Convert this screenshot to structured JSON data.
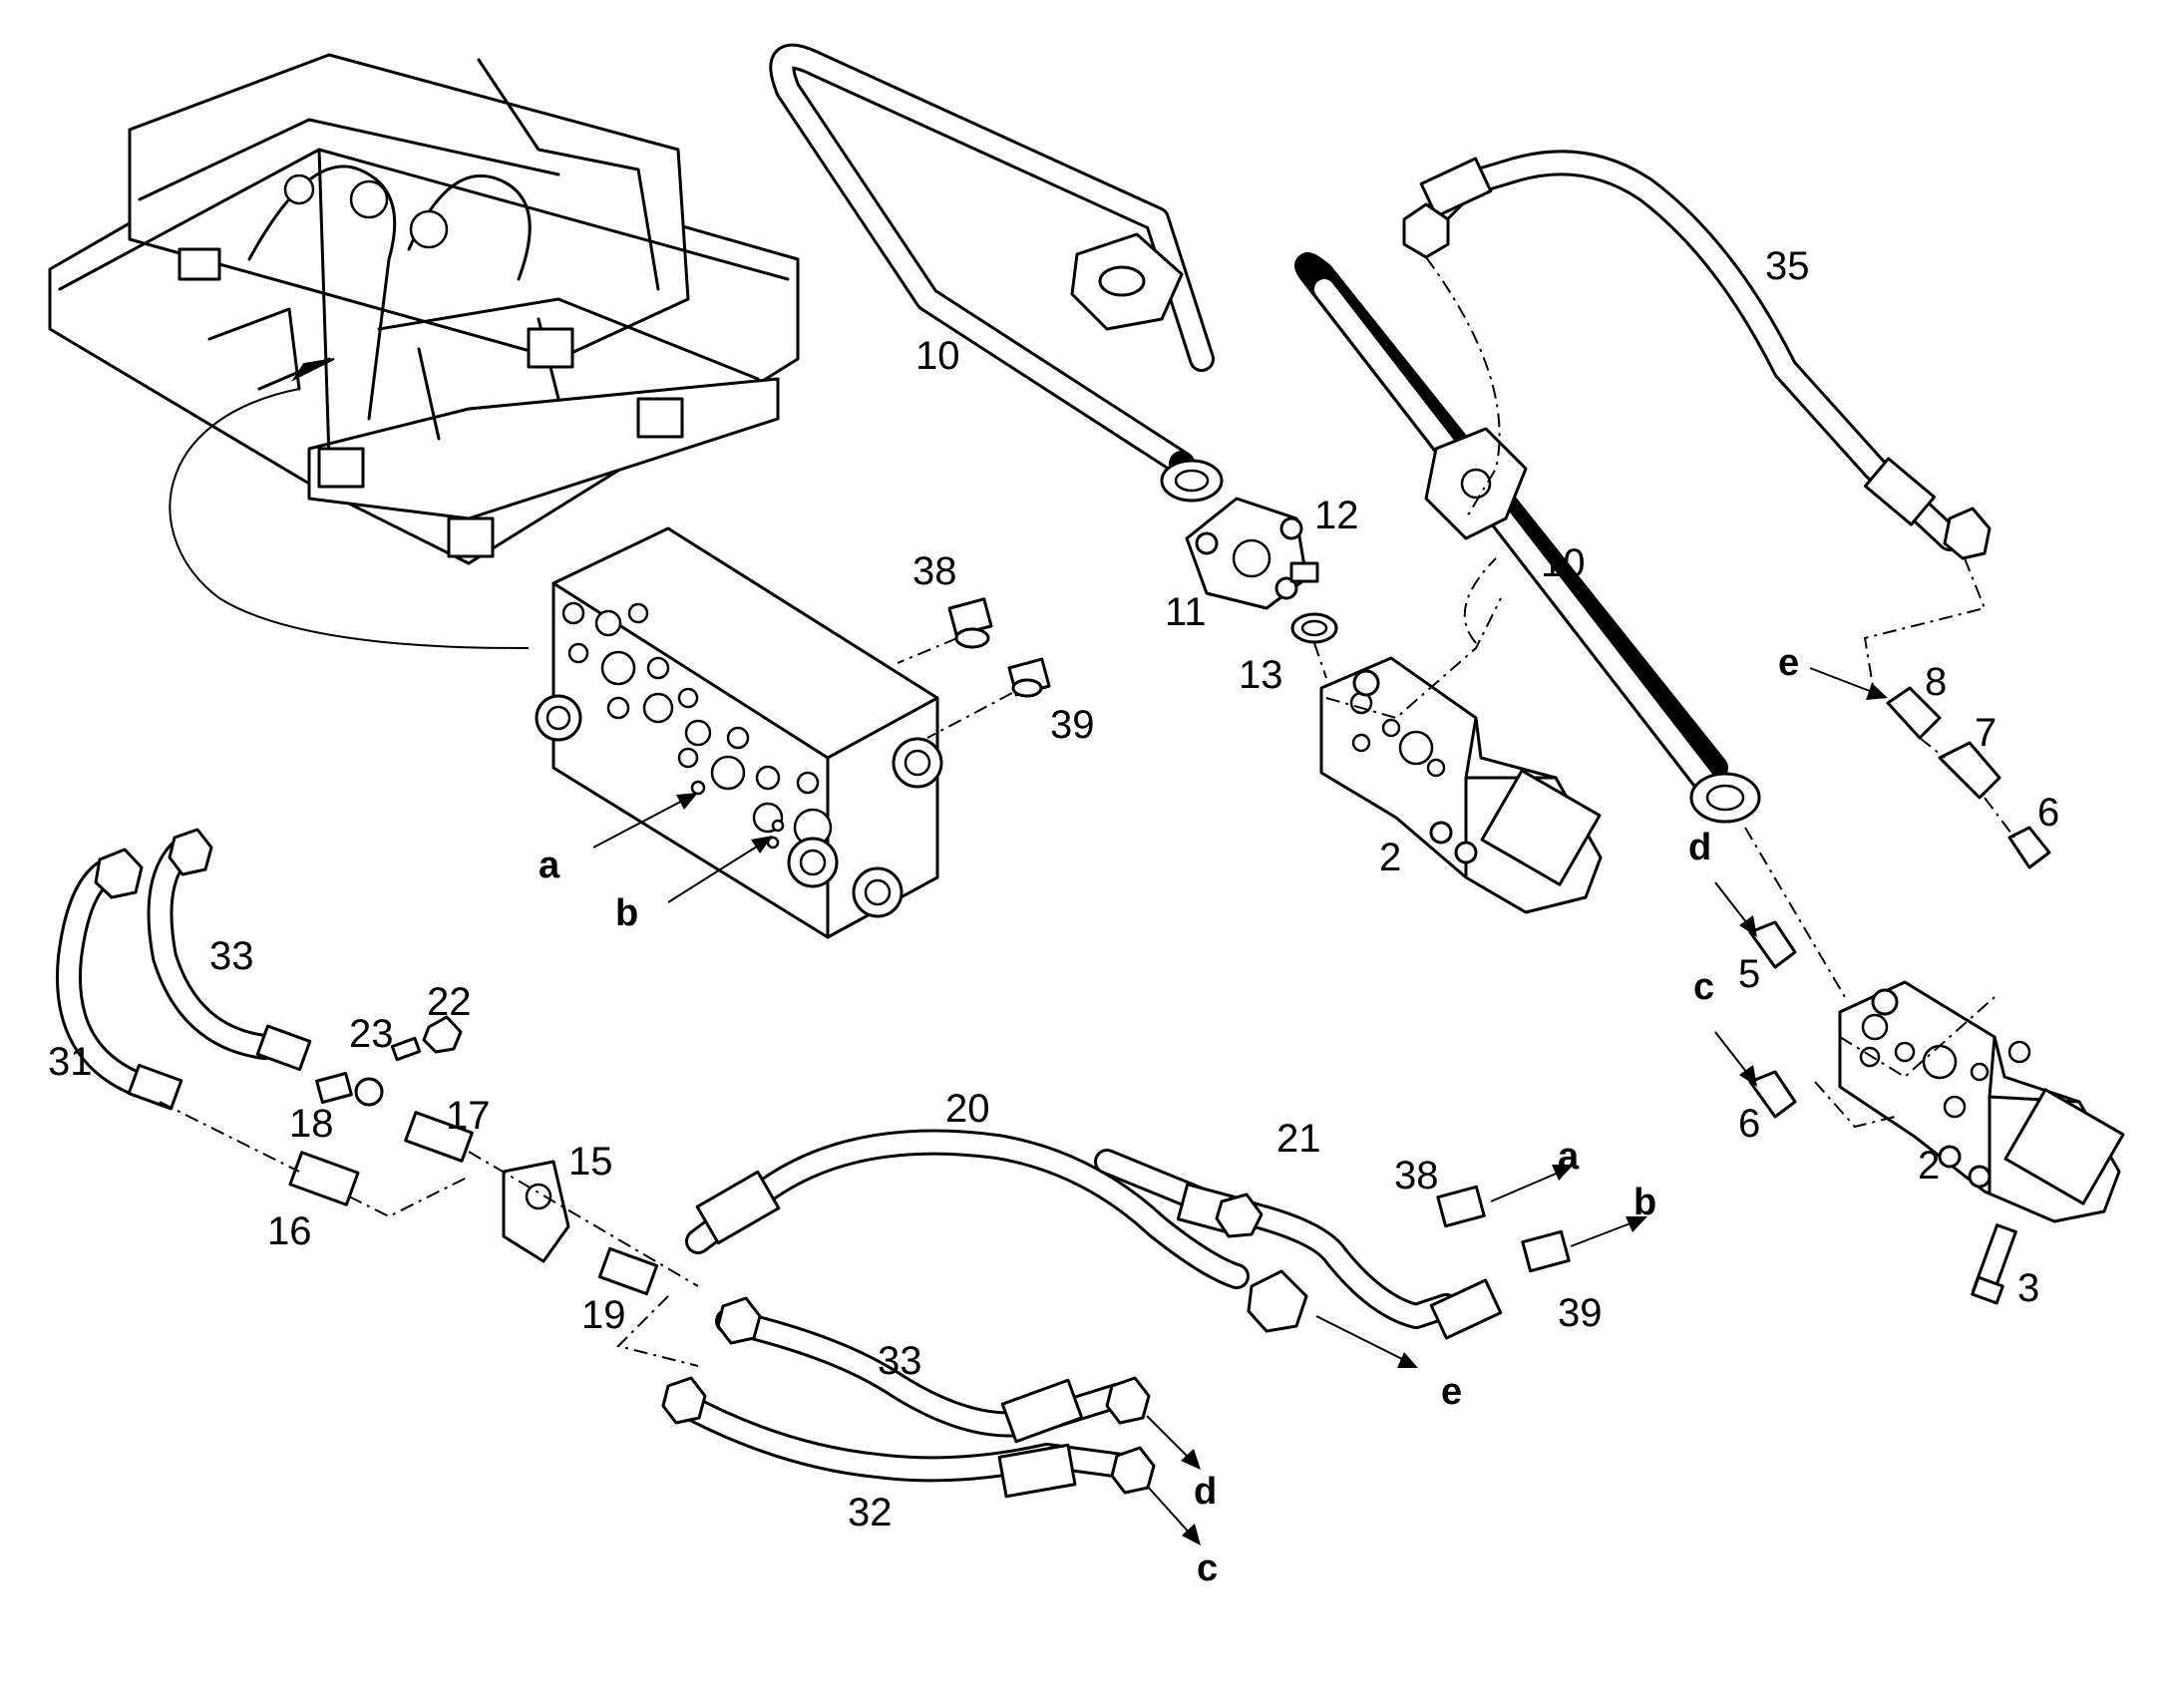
{
  "part_numbers": {
    "p10_upper": "10",
    "p10_lower": "10",
    "p11": "11",
    "p12": "12",
    "p13": "13",
    "p35": "35",
    "p38_upper": "38",
    "p39_upper": "39",
    "p2_middle": "2",
    "p2_right": "2",
    "p3": "3",
    "p8": "8",
    "p7": "7",
    "p6_upper": "6",
    "p5": "5",
    "p6_lower": "6",
    "p33_upper": "33",
    "p31": "31",
    "p22": "22",
    "p23": "23",
    "p18": "18",
    "p17": "17",
    "p16": "16",
    "p15": "15",
    "p20": "20",
    "p21": "21",
    "p19": "19",
    "p38_lower": "38",
    "p39_lower": "39",
    "p33_lower": "33",
    "p32": "32"
  },
  "connection_letters": {
    "a_left": "a",
    "b_left": "b",
    "a_right": "a",
    "b_right": "b",
    "c_upper": "c",
    "d_upper": "d",
    "e_upper": "e",
    "e_lower": "e",
    "d_lower": "d",
    "c_lower": "c"
  },
  "icons": {
    "frame": "machine-frame-icon",
    "manifold": "valve-manifold-icon",
    "valve": "control-valve-icon",
    "flange": "split-flange-icon",
    "hose": "hydraulic-hose-icon",
    "fitting": "hose-fitting-icon"
  },
  "colors": {
    "line": "#000000",
    "background": "#ffffff"
  }
}
